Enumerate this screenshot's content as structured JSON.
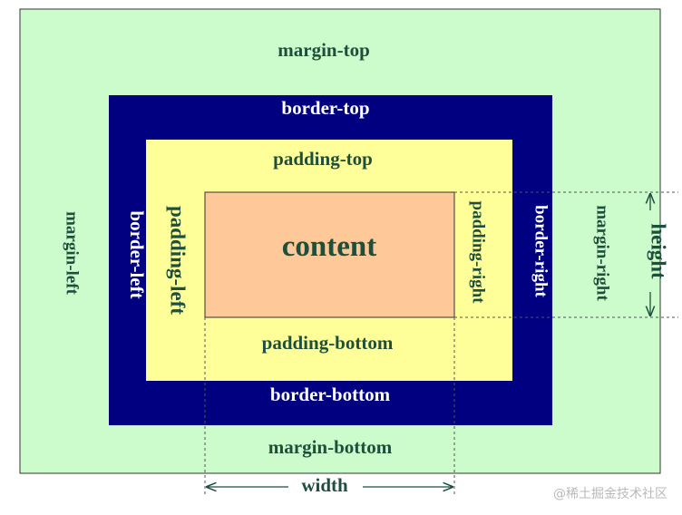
{
  "colors": {
    "margin": "#ccfccc",
    "border": "#000080",
    "padding": "#ffff99",
    "content": "#fec898",
    "dark_text": "#1e4f3c",
    "light_text": "#ffffff",
    "guide": "#555555"
  },
  "labels": {
    "margin_top": "margin-top",
    "margin_bottom": "margin-bottom",
    "margin_left": "margin-left",
    "margin_right": "margin-right",
    "border_top": "border-top",
    "border_bottom": "border-bottom",
    "border_left": "border-left",
    "border_right": "border-right",
    "padding_top": "padding-top",
    "padding_bottom": "padding-bottom",
    "padding_left": "padding-left",
    "padding_right": "padding-right",
    "content": "content",
    "width": "width",
    "height": "height"
  },
  "watermark": "@稀土掘金技术社区"
}
